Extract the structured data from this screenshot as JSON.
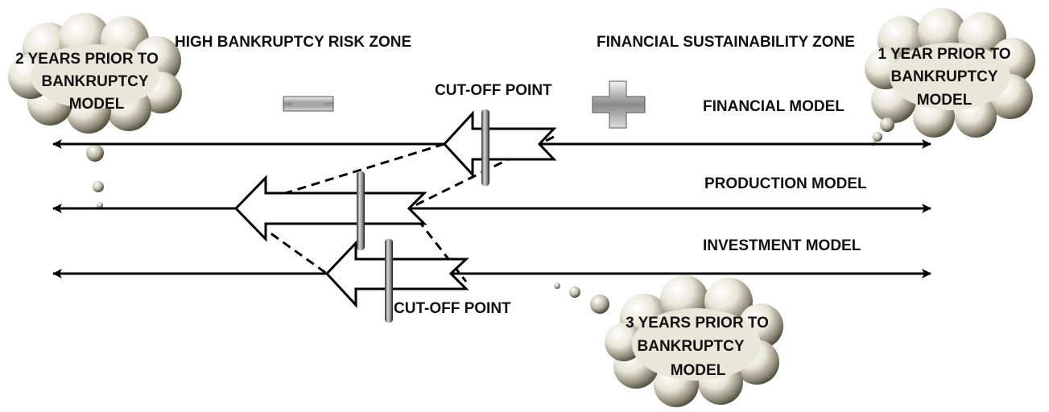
{
  "zones": {
    "risk": "HIGH BANKRUPTCY RISK ZONE",
    "sustainability": "FINANCIAL SUSTAINABILITY ZONE"
  },
  "cutoff": {
    "top_label": "CUT-OFF POINT",
    "bottom_label": "CUT-OFF POINT"
  },
  "models": {
    "financial": "FINANCIAL MODEL",
    "production": "PRODUCTION MODEL",
    "investment": "INVESTMENT MODEL"
  },
  "clouds": {
    "two_years": [
      "2 YEARS PRIOR TO",
      "BANKRUPTCY",
      "MODEL"
    ],
    "one_year": [
      "1 YEAR PRIOR TO",
      "BANKRUPTCY",
      "MODEL"
    ],
    "three_years": [
      "3 YEARS PRIOR TO",
      "BANKRUPTCY",
      "MODEL"
    ]
  },
  "icons": {
    "minus": "minus-icon",
    "plus": "plus-icon"
  },
  "colors": {
    "line": "#000000",
    "cloud_light": "#f2f1e8",
    "cloud_dark": "#6f6a58"
  }
}
